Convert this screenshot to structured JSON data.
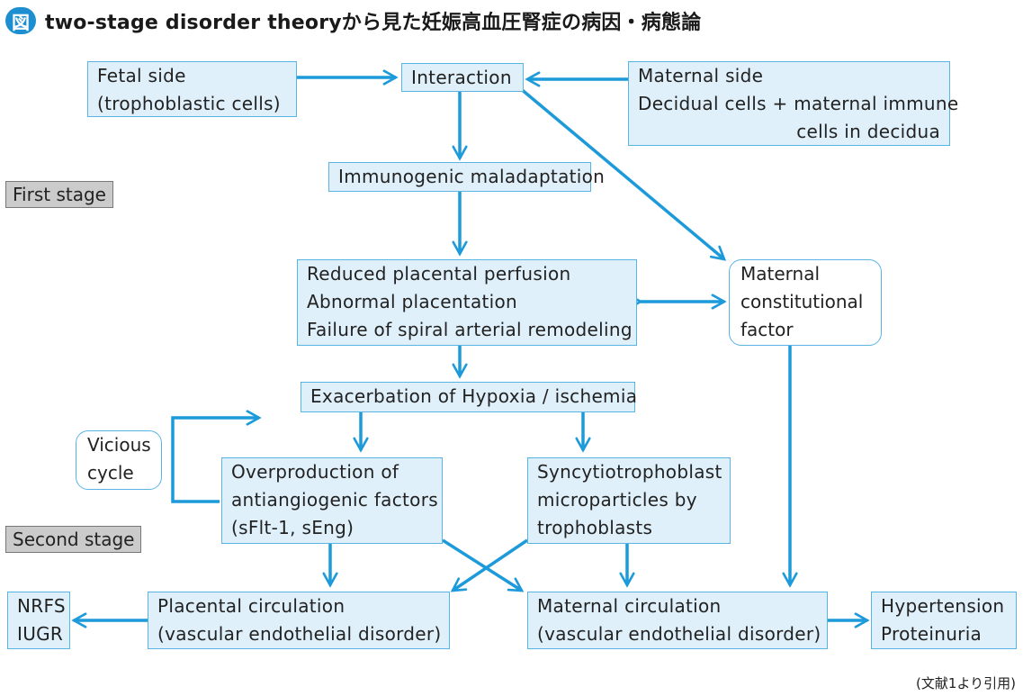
{
  "header": {
    "badge": "図",
    "title": "two-stage disorder theoryから見た妊娠高血圧腎症の病因・病態論"
  },
  "stages": {
    "first": "First stage",
    "second": "Second stage"
  },
  "nodes": {
    "fetal_side": [
      "Fetal side",
      "(trophoblastic cells)"
    ],
    "interaction": [
      "Interaction"
    ],
    "maternal_side": [
      "Maternal side",
      "Decidual cells + maternal immune",
      "cells in decidua"
    ],
    "immunogenic": [
      "Immunogenic maladaptation"
    ],
    "placental_perfusion": [
      "Reduced placental perfusion",
      "Abnormal placentation",
      "Failure of spiral arterial remodeling"
    ],
    "maternal_constitutional": [
      "Maternal",
      "constitutional",
      "factor"
    ],
    "hypoxia": [
      "Exacerbation of Hypoxia / ischemia"
    ],
    "vicious_cycle": [
      "Vicious",
      "cycle"
    ],
    "antiangiogenic": [
      "Overproduction of",
      "antiangiogenic factors",
      "(sFlt-1, sEng)"
    ],
    "syncytio": [
      "Syncytiotrophoblast",
      "microparticles by",
      "trophoblasts"
    ],
    "nrfs": [
      "NRFS",
      "IUGR"
    ],
    "placental_circ": [
      "Placental circulation",
      "(vascular endothelial disorder)"
    ],
    "maternal_circ": [
      "Maternal circulation",
      "(vascular endothelial disorder)"
    ],
    "hypertension": [
      "Hypertension",
      "Proteinuria"
    ]
  },
  "citation": "(文献1より引用)",
  "colors": {
    "arrow": "#1d9ad9",
    "box_fill": "#dff0fa",
    "box_border": "#5ab4e3",
    "stage_fill": "#cbcbcb",
    "badge": "#1d8fd0"
  }
}
